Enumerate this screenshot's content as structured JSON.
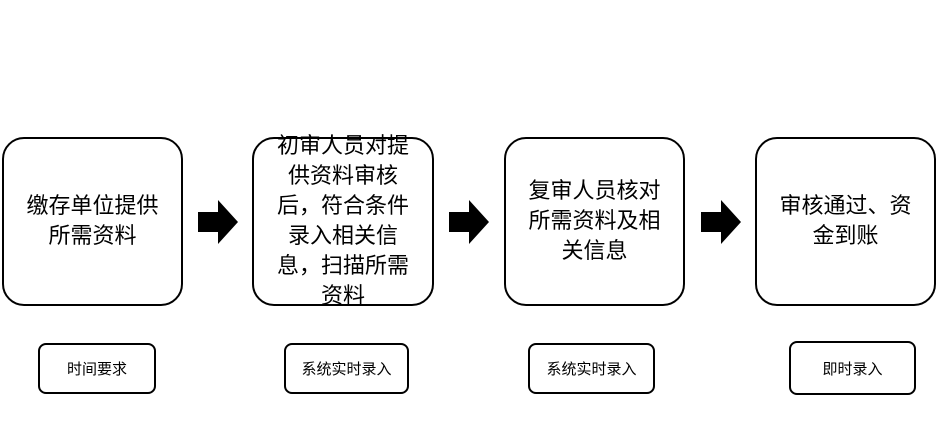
{
  "steps": [
    {
      "text": "缴存单位提供所需资料"
    },
    {
      "text": "初审人员对提供资料审核后，符合条件录入相关信息，扫描所需资料"
    },
    {
      "text": "复审人员核对所需资料及相关信息"
    },
    {
      "text": "审核通过、资金到账"
    }
  ],
  "time_row": {
    "label": "时间要求",
    "values": [
      "系统实时录入",
      "系统实时录入",
      "即时录入"
    ]
  },
  "colors": {
    "border": "#000000",
    "arrow": "#000000",
    "background": "#ffffff"
  },
  "icons": [
    "arrow-right-icon",
    "arrow-right-icon",
    "arrow-right-icon"
  ]
}
